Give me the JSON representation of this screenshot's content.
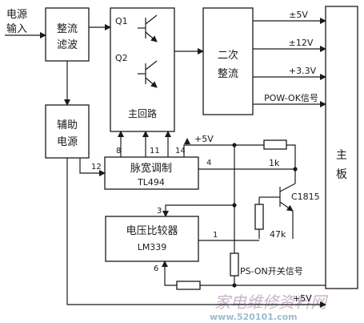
{
  "inputs": {
    "power_line1": "电源",
    "power_line2": "输入"
  },
  "blocks": {
    "rectifier_line1": "整流",
    "rectifier_line2": "滤波",
    "aux_line1": "辅助",
    "aux_line2": "电源",
    "main_loop": "主回路",
    "q1": "Q1",
    "q2": "Q2",
    "secondary_line1": "二次",
    "secondary_line2": "整流",
    "pwm_line1": "脉宽调制",
    "pwm_line2": "TL494",
    "comparator_line1": "电压比较器",
    "comparator_line2": "LM339",
    "mainboard_line1": "主",
    "mainboard_line2": "板"
  },
  "outputs": {
    "out1": "±5V",
    "out2": "±12V",
    "out3": "+3.3V",
    "out4": "POW-OK信号"
  },
  "pins": {
    "p12": "12",
    "p8": "8",
    "p11": "11",
    "p14": "14",
    "p4": "4",
    "p3": "3",
    "p1": "1",
    "p6": "6"
  },
  "components": {
    "plus5v_top": "+5V",
    "r_1k": "1k",
    "transistor": "C1815",
    "r_47k": "47k",
    "ps_on": "PS-ON开关信号",
    "plus5v_bottom": "+5V"
  },
  "watermark": {
    "text1": "家电维修资料网",
    "text2": "www.520101.com"
  }
}
